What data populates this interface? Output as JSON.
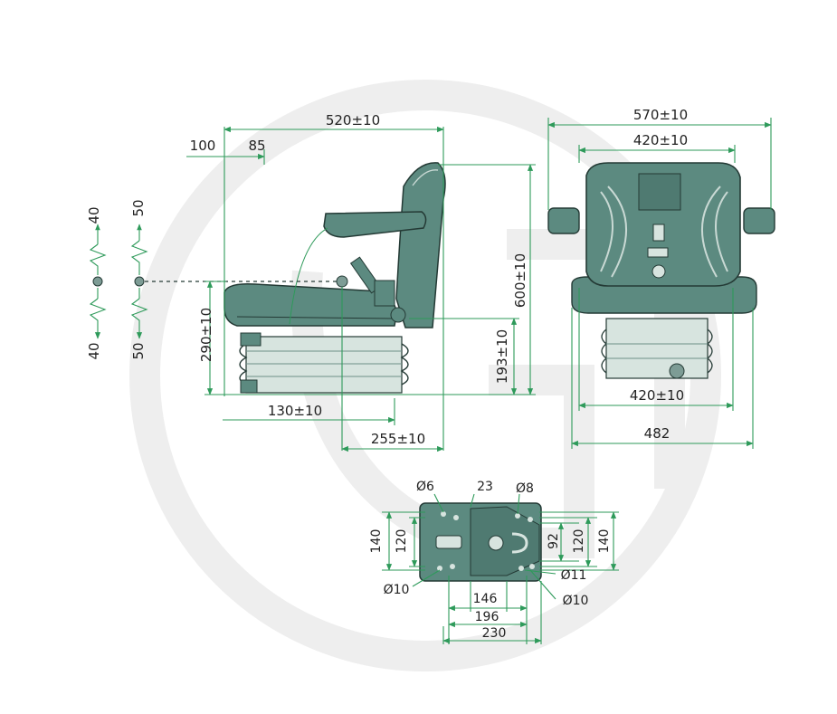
{
  "colors": {
    "line": "#2e9a5a",
    "seat_fill": "#5c8a80",
    "seat_dark": "#243a35",
    "seat_light": "#c9d9d4",
    "watermark": "#eeeeee"
  },
  "side_view": {
    "dim_overall_depth": "520±10",
    "dim_backrest_travel": "100",
    "dim_fore_aft": "85",
    "dim_seat_height": "290±10",
    "dim_base_height": "193±10",
    "dim_total_height": "600±10",
    "dim_front_offset": "130±10",
    "dim_rear_offset": "255±10"
  },
  "suspension_travel": {
    "left_up": "40",
    "left_down": "40",
    "right_up": "50",
    "right_down": "50"
  },
  "front_view": {
    "dim_width_armrests": "570±10",
    "dim_backrest_width": "420±10",
    "dim_base_width": "420±10",
    "dim_overall_width": "482"
  },
  "mounting_plate": {
    "dia_small": "Ø6",
    "dim_offset": "23",
    "dia_top_right": "Ø8",
    "dim_outer_left": "140",
    "dim_inner_left": "120",
    "dim_inner_right_a": "92",
    "dim_inner_right_b": "120",
    "dim_outer_right": "140",
    "dia_bottom_left": "Ø10",
    "dia_bottom_right_11": "Ø11",
    "dia_bottom_right_10": "Ø10",
    "dim_width_146": "146",
    "dim_width_196": "196",
    "dim_width_230": "230"
  }
}
